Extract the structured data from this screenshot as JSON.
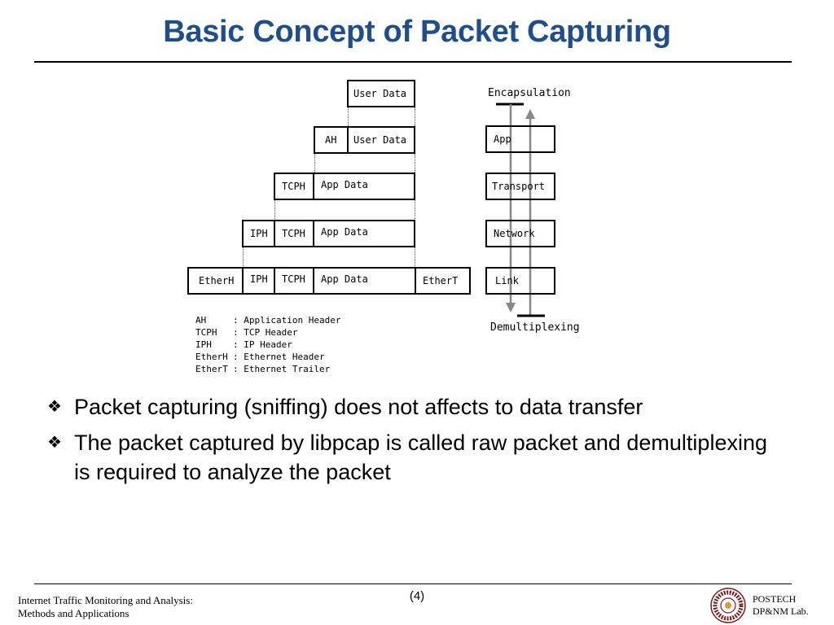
{
  "title": "Basic Concept of Packet Capturing",
  "diagram": {
    "rows": [
      [
        "User Data"
      ],
      [
        "AH",
        "User Data"
      ],
      [
        "TCPH",
        "App Data"
      ],
      [
        "IPH",
        "TCPH",
        "App Data"
      ],
      [
        "EtherH",
        "IPH",
        "TCPH",
        "App Data",
        "EtherT"
      ]
    ],
    "legend": [
      {
        "abbr": "AH",
        "desc": ": Application Header"
      },
      {
        "abbr": "TCPH",
        "desc": ": TCP Header"
      },
      {
        "abbr": "IPH",
        "desc": ": IP Header"
      },
      {
        "abbr": "EtherH",
        "desc": ": Ethernet Header"
      },
      {
        "abbr": "EtherT",
        "desc": ": Ethernet Trailer"
      }
    ],
    "encapsulation_label": "Encapsulation",
    "demultiplexing_label": "Demultiplexing",
    "layers": [
      "App",
      "Transport",
      "Network",
      "Link"
    ]
  },
  "bullets": [
    "Packet capturing (sniffing) does not affects to data transfer",
    "The packet captured by libpcap is called raw packet and demultiplexing is required to analyze the packet"
  ],
  "bullet_mark": "❖",
  "footer": {
    "left_line1": "Internet Traffic Monitoring and Analysis:",
    "left_line2": "Methods and Applications",
    "page": "(4)",
    "right_line1": "POSTECH",
    "right_line2": "DP&NM Lab."
  },
  "colors": {
    "title": "#1f4e8c"
  }
}
